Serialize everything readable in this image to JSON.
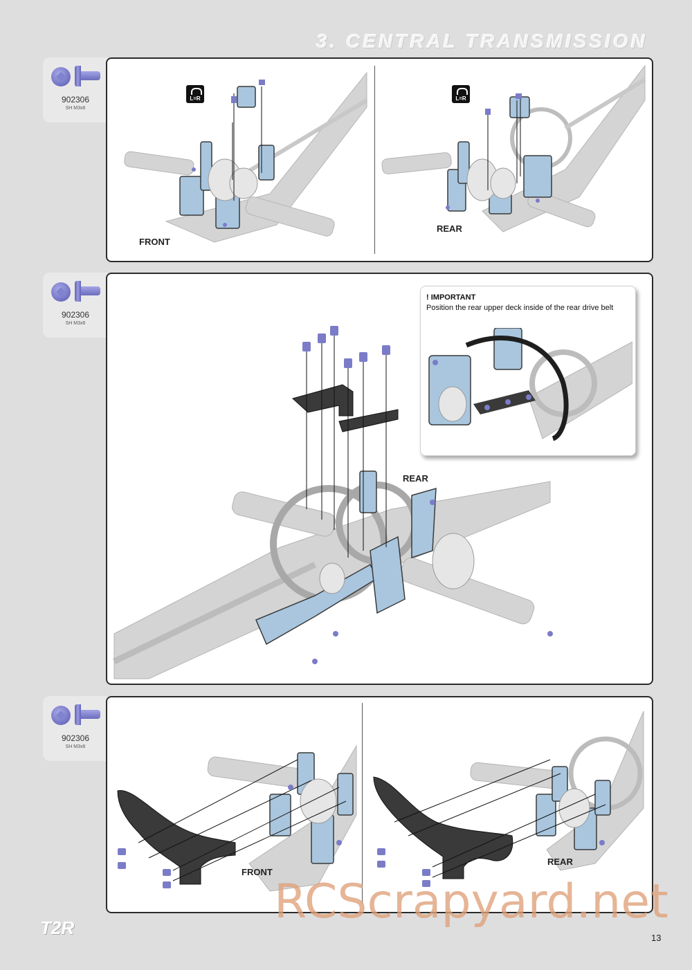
{
  "header": {
    "title": "3. CENTRAL TRANSMISSION"
  },
  "steps": [
    {
      "part_code": "902306",
      "part_size": "SH M3x6",
      "panels": [
        {
          "direction": "FRONT",
          "lr_icon": "L=R"
        },
        {
          "direction": "REAR",
          "lr_icon": "L=R"
        }
      ]
    },
    {
      "part_code": "902306",
      "part_size": "SH M3x6",
      "direction": "REAR",
      "callout": {
        "title": "! IMPORTANT",
        "text": "Position the rear upper deck inside of the rear drive belt"
      }
    },
    {
      "part_code": "902306",
      "part_size": "SH M3x6",
      "panels": [
        {
          "direction": "FRONT"
        },
        {
          "direction": "REAR"
        }
      ]
    }
  ],
  "footer": {
    "logo": "T2R",
    "page_number": "13",
    "watermark": "RCScrapyard.net"
  },
  "colors": {
    "accent_screw": "#7b7cc8",
    "part_blue": "#a9c6de",
    "carbon": "#3a3a3a",
    "chassis_gray": "#bdbdbd"
  },
  "icons": {
    "nut": "flanged-nut-icon",
    "screw": "button-head-screw-icon",
    "lr": "left-equals-right-icon"
  }
}
